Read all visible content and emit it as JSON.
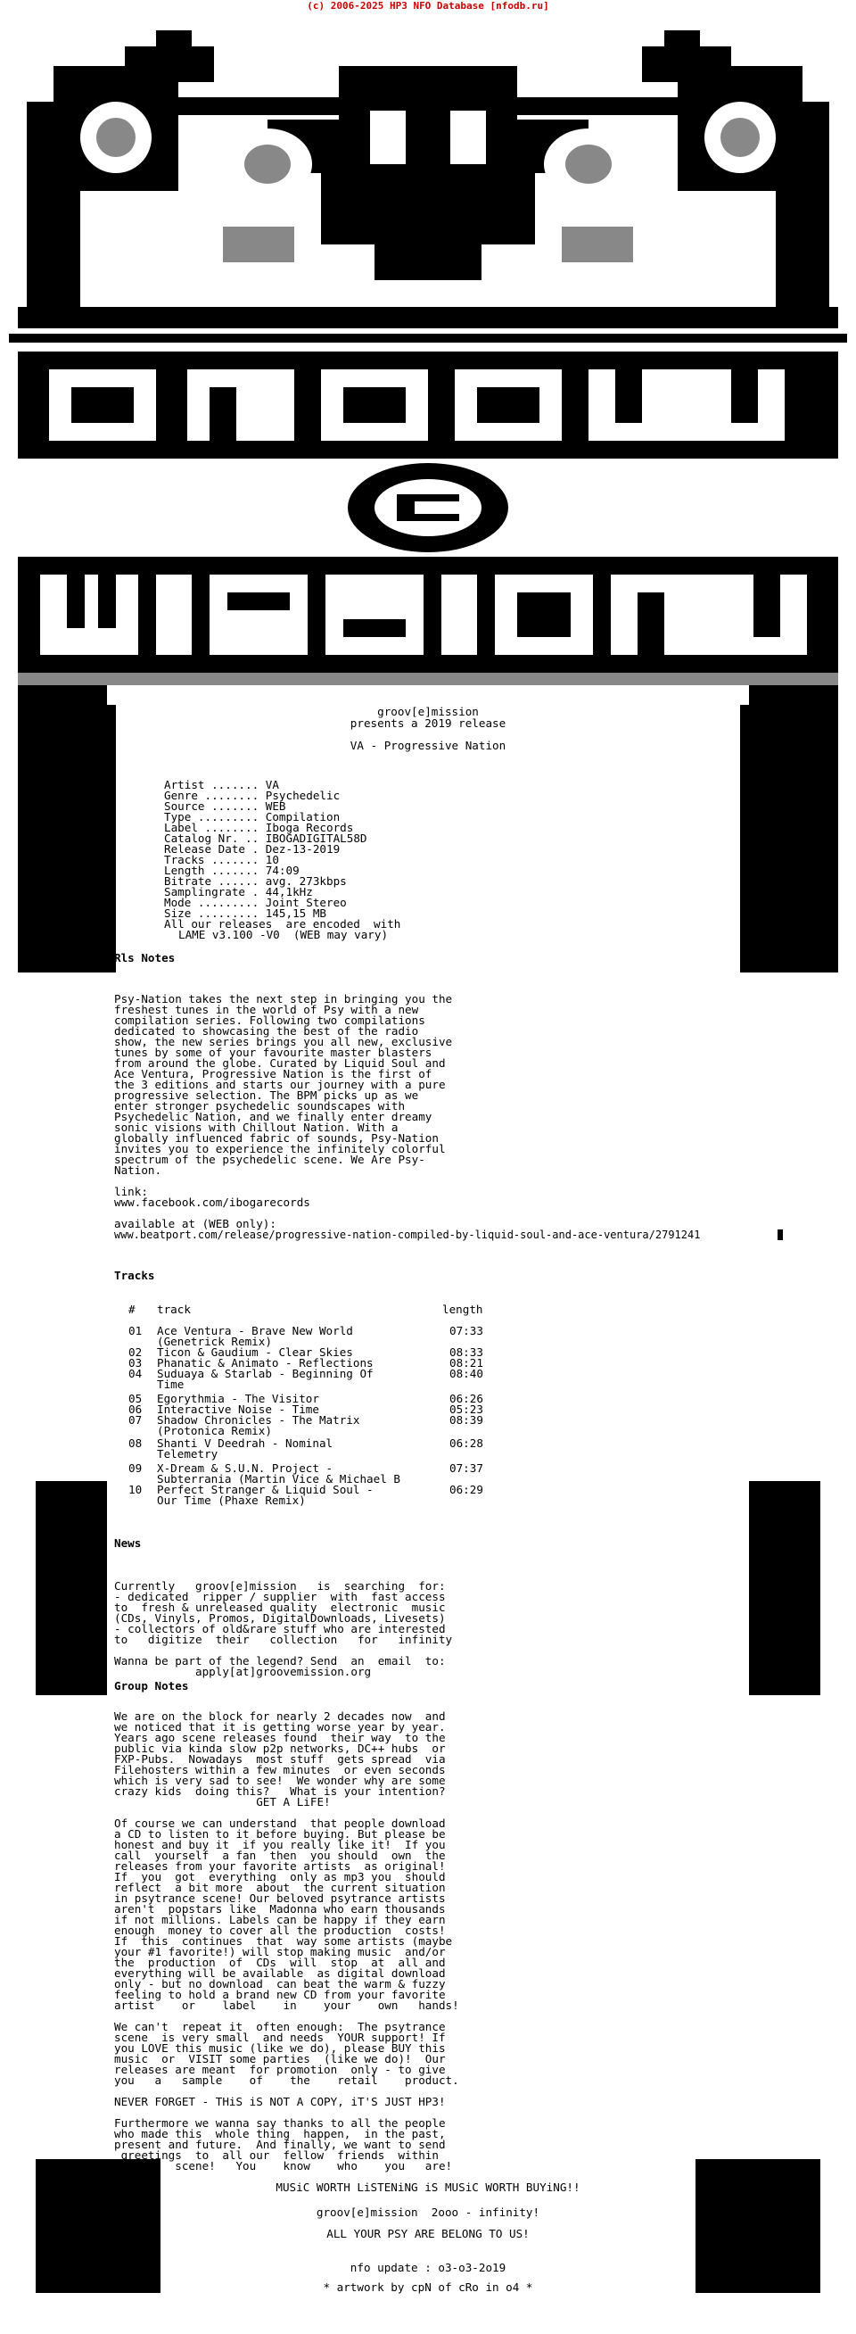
{
  "copyright": "(c) 2006-2025 HP3 NFO Database [nfodb.ru]",
  "art": {
    "logo_text": "GROOV E MISSION"
  },
  "header": {
    "group": "groov[e]mission",
    "presents": "presents a 2019 release",
    "release_title": "VA - Progressive Nation"
  },
  "info": {
    "rows": [
      {
        "label": "Artist .......",
        "value": "VA"
      },
      {
        "label": "Genre ........",
        "value": "Psychedelic"
      },
      {
        "label": "Source .......",
        "value": "WEB"
      },
      {
        "label": "Type .........",
        "value": "Compilation"
      },
      {
        "label": "Label ........",
        "value": "Iboga Records"
      },
      {
        "label": "Catalog Nr. ..",
        "value": "IBOGADIGITAL58D"
      },
      {
        "label": "Release Date .",
        "value": "Dez-13-2019"
      },
      {
        "label": "Tracks .......",
        "value": "10"
      },
      {
        "label": "Length .......",
        "value": "74:09"
      },
      {
        "label": "Bitrate ......",
        "value": "avg. 273kbps"
      },
      {
        "label": "Samplingrate .",
        "value": "44,1kHz"
      },
      {
        "label": "Mode .........",
        "value": "Joint Stereo"
      },
      {
        "label": "Size .........",
        "value": "145,15 MB"
      }
    ],
    "encode_note_1": "All our releases  are encoded  with",
    "encode_note_2": "LAME v3.100 -V0  (WEB may vary)"
  },
  "rls_notes": {
    "heading": "Rls Notes",
    "lines": [
      "Psy-Nation takes the next step in bringing you the",
      "freshest tunes in the world of Psy with a new",
      "compilation series. Following two compilations",
      "dedicated to showcasing the best of the radio",
      "show, the new series brings you all new, exclusive",
      "tunes by some of your favourite master blasters",
      "from around the globe. Curated by Liquid Soul and",
      "Ace Ventura, Progressive Nation is the first of",
      "the 3 editions and starts our journey with a pure",
      "progressive selection. The BPM picks up as we",
      "enter stronger psychedelic soundscapes with",
      "Psychedelic Nation, and we finally enter dreamy",
      "sonic visions with Chillout Nation. With a",
      "globally influenced fabric of sounds, Psy-Nation",
      "invites you to experience the infinitely colorful",
      "spectrum of the psychedelic scene. We Are Psy-",
      "Nation."
    ],
    "link_label": "link:",
    "link_url": "www.facebook.com/ibogarecords",
    "available_label": "available at (WEB only):",
    "available_url": "www.beatport.com/release/progressive-nation-compiled-by-liquid-soul-and-ace-ventura/2791241"
  },
  "tracks": {
    "heading": "Tracks",
    "col_num": "#",
    "col_track": "track",
    "col_length": "length",
    "items": [
      {
        "num": "01",
        "line1": "Ace Ventura - Brave New World",
        "line2": "(Genetrick Remix)",
        "length": "07:33"
      },
      {
        "num": "02",
        "line1": "Ticon & Gaudium - Clear Skies",
        "line2": "",
        "length": "08:33"
      },
      {
        "num": "03",
        "line1": "Phanatic & Animato - Reflections",
        "line2": "",
        "length": "08:21"
      },
      {
        "num": "04",
        "line1": "Suduaya & Starlab - Beginning Of",
        "line2": "Time",
        "length": "08:40"
      },
      {
        "num": "05",
        "line1": "Egorythmia - The Visitor",
        "line2": "",
        "length": "06:26"
      },
      {
        "num": "06",
        "line1": "Interactive Noise - Time",
        "line2": "",
        "length": "05:23"
      },
      {
        "num": "07",
        "line1": "Shadow Chronicles - The Matrix",
        "line2": "(Protonica Remix)",
        "length": "08:39"
      },
      {
        "num": "08",
        "line1": "Shanti V Deedrah - Nominal",
        "line2": "Telemetry",
        "length": "06:28"
      },
      {
        "num": "09",
        "line1": "X-Dream & S.U.N. Project -",
        "line2": "Subterrania (Martin Vice & Michael B",
        "length": "07:37"
      },
      {
        "num": "10",
        "line1": "Perfect Stranger & Liquid Soul -",
        "line2": "Our Time (Phaxe Remix)",
        "length": "06:29"
      }
    ]
  },
  "news": {
    "heading": "News",
    "lines": [
      "Currently   groov[e]mission   is  searching  for:",
      "- dedicated  ripper / supplier  with  fast access",
      "to  fresh & unreleased quality  electronic  music",
      "(CDs, Vinyls, Promos, DigitalDownloads, Livesets)",
      "- collectors of old&rare stuff who are interested",
      "to   digitize  their   collection   for   infinity",
      "",
      "Wanna be part of the legend? Send  an  email  to:",
      "            apply[at]groovemission.org"
    ]
  },
  "group_notes": {
    "heading": "Group Notes",
    "lines": [
      "We are on the block for nearly 2 decades now  and",
      "we noticed that it is getting worse year by year.",
      "Years ago scene releases found  their way  to the",
      "public via kinda slow p2p networks, DC++ hubs  or",
      "FXP-Pubs.  Nowadays  most stuff  gets spread  via",
      "Filehosters within a few minutes  or even seconds",
      "which is very sad to see!  We wonder why are some",
      "crazy kids  doing this?   What is your intention?",
      "                     GET A LiFE!",
      "",
      "Of course we can understand  that people download",
      "a CD to listen to it before buying. But please be",
      "honest and buy it  if you really like it!  If you",
      "call  yourself  a fan  then  you should  own  the",
      "releases from your favorite artists  as original!",
      "If  you  got  everything  only as mp3 you  should",
      "reflect  a bit more  about  the current situation",
      "in psytrance scene! Our beloved psytrance artists",
      "aren't  popstars like  Madonna who earn thousands",
      "if not millions. Labels can be happy if they earn",
      "enough  money to cover all the production  costs!",
      "If  this  continues  that  way some artists (maybe",
      "your #1 favorite!) will stop making music  and/or",
      "the  production  of  CDs  will  stop  at  all and",
      "everything will be available  as digital download",
      "only - but no download  can beat the warm & fuzzy",
      "feeling to hold a brand new CD from your favorite",
      "artist    or    label    in    your    own   hands!",
      "",
      "We can't  repeat it  often enough:  The psytrance",
      "scene  is very small  and needs  YOUR support! If",
      "you LOVE this music (like we do), please BUY this",
      "music  or  VISIT some parties  (like we do)!  Our",
      "releases are meant  for promotion  only - to give",
      "you   a   sample    of    the    retail    product.",
      "",
      "NEVER FORGET - THiS iS NOT A COPY, iT'S JUST HP3!",
      "",
      "Furthermore we wanna say thanks to all the people",
      "who made this  whole thing  happen,  in the past,",
      "present and future.  And finally, we want to send",
      " greetings  to  all our  fellow  friends  within",
      "  the    scene!   You    know    who    you   are!"
    ],
    "footer_1": "MUSiC WORTH LiSTENiNG iS MUSiC WORTH BUYiNG!!",
    "footer_2": "groov[e]mission  2ooo - infinity!",
    "footer_3": "ALL YOUR PSY ARE BELONG TO US!",
    "nfo_update": "nfo update : o3-o3-2o19",
    "artwork": "* artwork by cpN of cRo in o4 *"
  }
}
